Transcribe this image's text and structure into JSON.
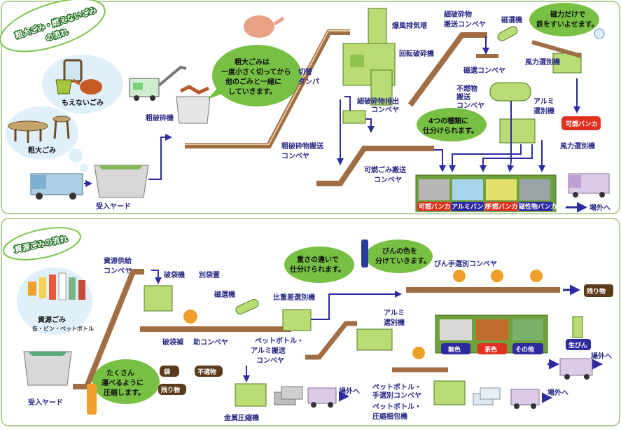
{
  "top": {
    "title_line1": "粗大ごみ・燃えないごみ",
    "title_line2": "の流れ",
    "labels": {
      "moenai": "もえないごみ",
      "sodai": "粗大ごみ",
      "ukeire": "受入ヤード",
      "crusher": "粗破砕機",
      "bubble1": [
        "粗大ごみは",
        "一度小さく切ってから",
        "他のごみと一緒に",
        "していきます。"
      ],
      "kirikae": [
        "切替",
        "ダンパ"
      ],
      "sohasai_conv": [
        "粗破砕物搬送",
        "コンベヤ"
      ],
      "bakufu": "爆風排気塔",
      "kaiten": "回転破砕機",
      "haishutsu": [
        "細破砕物排出",
        "コンベヤ"
      ],
      "kanen_conv": [
        "可燃ごみ搬送",
        "コンベヤ"
      ],
      "saihasai": [
        "細破砕物",
        "搬送コンベヤ"
      ],
      "jisen": "磁選機",
      "jisen_conv": "磁選コンベヤ",
      "funen_conv": [
        "不燃物",
        "搬送",
        "コンベヤ"
      ],
      "bubble4": [
        "4つの種類に",
        "仕分けられます。"
      ],
      "bubble_mag": [
        "磁力だけで",
        "鉄をすいよせます。"
      ],
      "fuuryoku1": "風力選別機",
      "fuuryoku2": "風力選別機",
      "alumi": [
        "アルミ",
        "選別機"
      ],
      "kanen_bunker": "可燃バンカ",
      "bunkers": [
        "可燃バンカ",
        "アルミバンカ",
        "不燃バンカ",
        "磁性物バンカ"
      ],
      "jogai": "場外へ"
    }
  },
  "bottom": {
    "title": "資源ごみの流れ",
    "labels": {
      "kyokyu": [
        "資源供給",
        "コンベヤ"
      ],
      "hatai": "破袋機",
      "betsu": "別袋置",
      "jisen": "磁選機",
      "hijuu": "比重差選別機",
      "bubble1": [
        "重さの違いで",
        "仕分けられます。"
      ],
      "bubble2": [
        "びんの色を",
        "分けていきます。"
      ],
      "bin_conv": "びん手選別コンベヤ",
      "nokori1": "残り物",
      "alumi": [
        "アルミ",
        "選別機"
      ],
      "hataiho": "破袋補",
      "jo_conv": "助コンベヤ",
      "pet_alumi": [
        "ペットボトル・",
        "アルミ搬送",
        "コンベヤ"
      ],
      "fukuro": "袋",
      "futekibutsu": "不適物",
      "nokori2": "残り物",
      "bubble3": [
        "たくさん",
        "運べるように",
        "圧縮します。"
      ],
      "shigen_gomi": "資源ごみ",
      "shigen_sub": "缶・ビン・ペットボトル",
      "ukeire": "受入ヤード",
      "kinzoku": "金属圧縮機",
      "jogai1": "場外へ",
      "pet_te": [
        "ペットボトル・",
        "手選別コンベヤ"
      ],
      "pet_pack": [
        "ペットボトル・",
        "圧縮梱包機"
      ],
      "jogai2": "場外へ",
      "bins": [
        "無色",
        "茶色",
        "その他"
      ],
      "namabin": "生びん",
      "jogai3": "場外へ"
    }
  },
  "colors": {
    "panel_border": "#b6cf9a",
    "bubble": "#77c043",
    "machine": "#b9dd74",
    "conveyor": "#a06d44",
    "arrow": "#2e2aa0",
    "red": "#e0301e"
  }
}
